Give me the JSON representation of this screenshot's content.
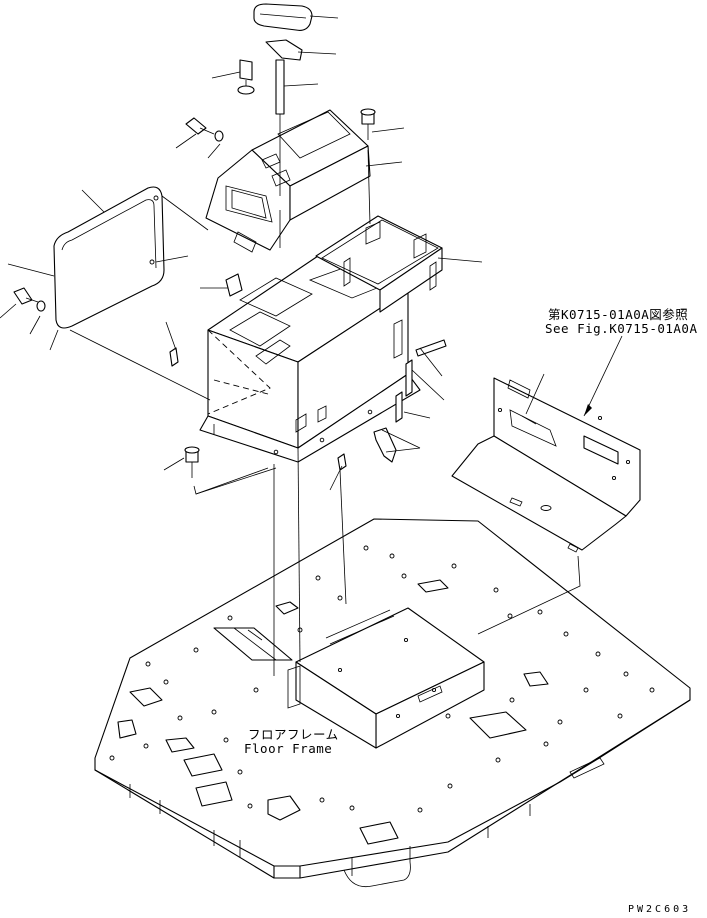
{
  "reference": {
    "jp": "第K0715-01A0A図参照",
    "en": "See Fig.K0715-01A0A"
  },
  "floor_frame": {
    "jp": "フロアフレーム",
    "en": "Floor Frame"
  },
  "drawing_code": "PW2C603"
}
